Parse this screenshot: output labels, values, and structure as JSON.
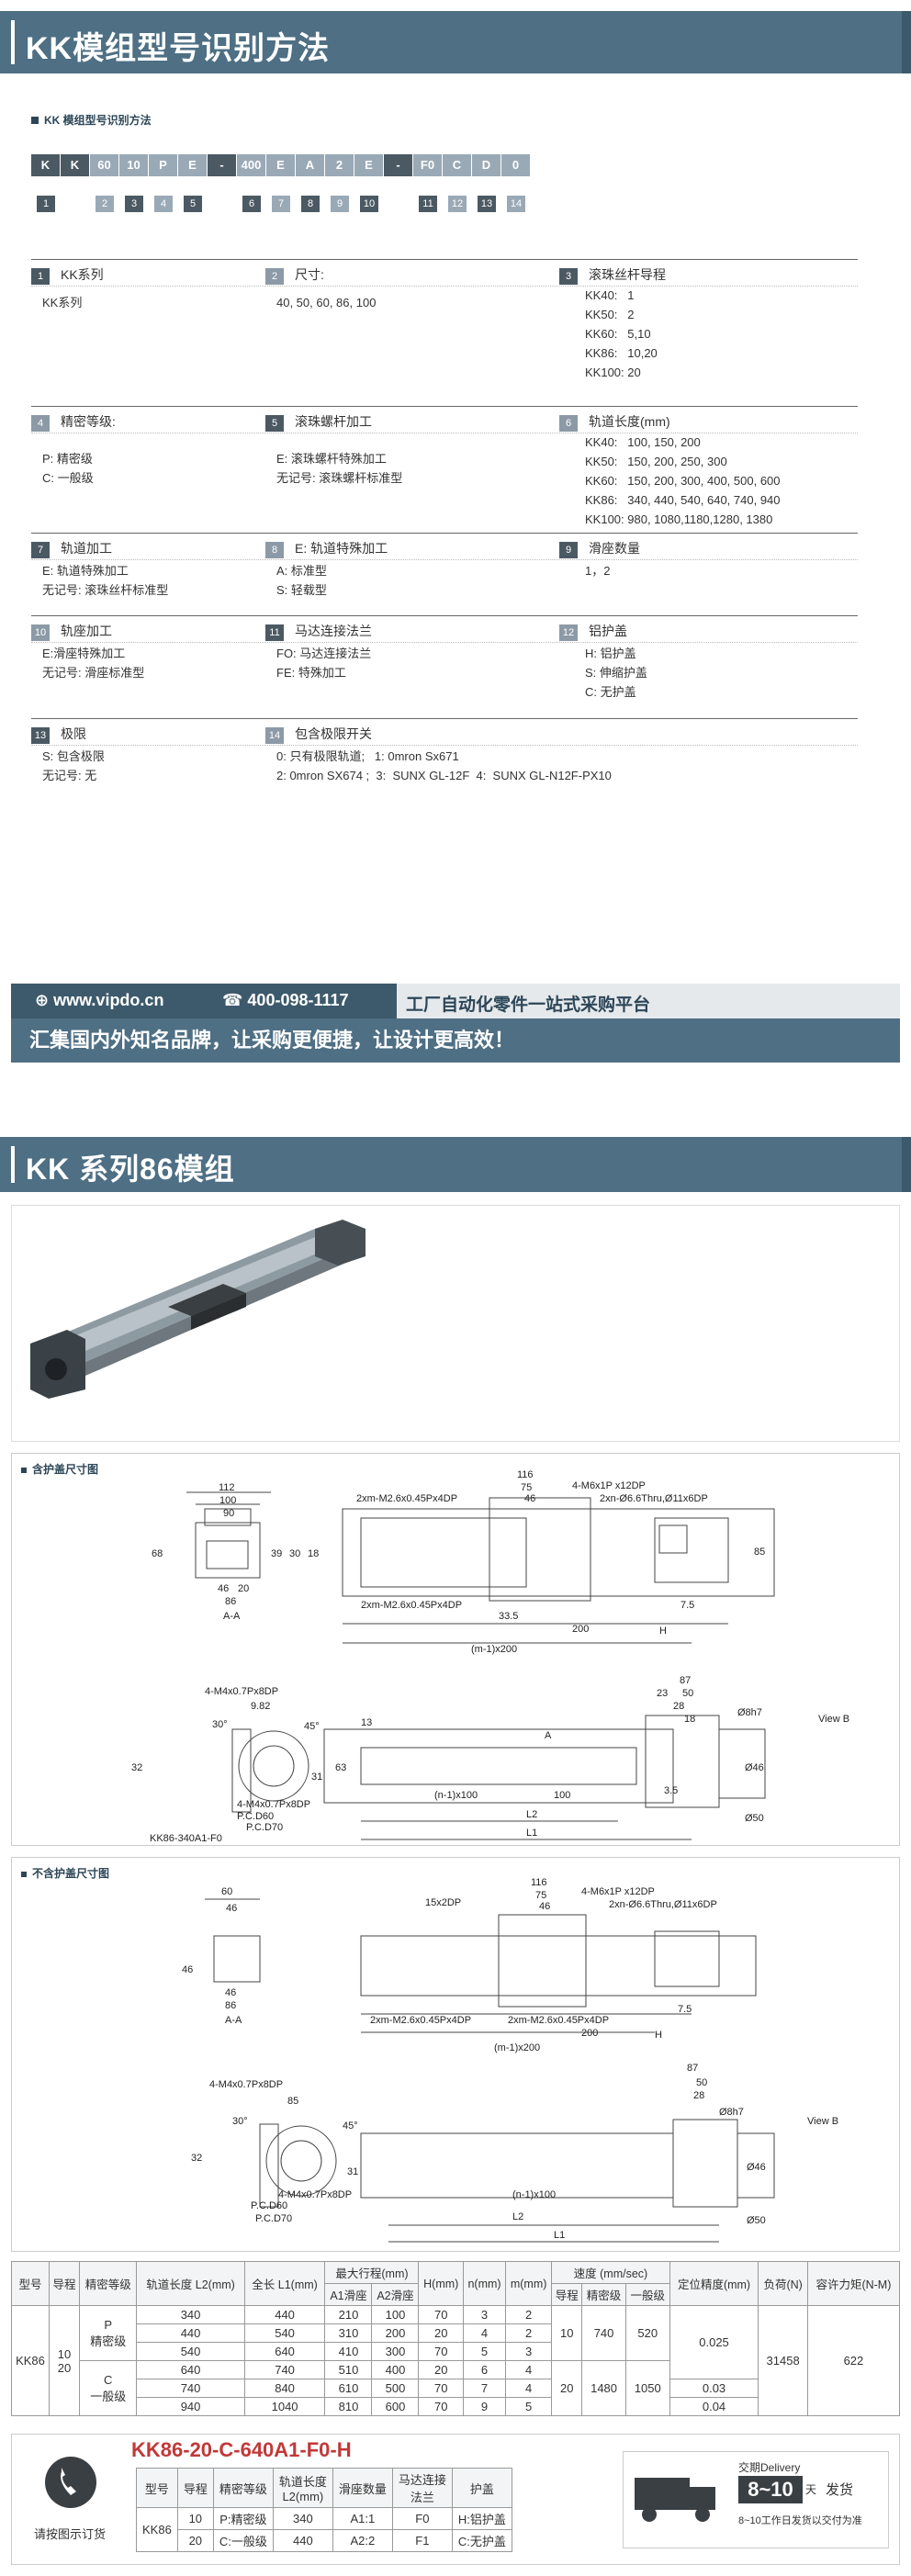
{
  "section1": {
    "banner_title": "KK模组型号识别方法",
    "subhead": "KK 模组型号识别方法",
    "code_boxes": [
      "K",
      "K",
      "60",
      "10",
      "P",
      "E",
      "-",
      "400",
      "E",
      "A",
      "2",
      "E",
      "-",
      "F0",
      "C",
      "D",
      "0"
    ],
    "code_numbers": [
      "1",
      "",
      "2",
      "3",
      "4",
      "5",
      "",
      "6",
      "7",
      "8",
      "9",
      "10",
      "",
      "11",
      "12",
      "13",
      "14"
    ],
    "options": [
      {
        "n": "1",
        "h": "KK系列",
        "c": "KK系列"
      },
      {
        "n": "2",
        "h": "尺寸:",
        "c": "40, 50, 60, 86, 100"
      },
      {
        "n": "3",
        "h": "滚珠丝杆导程",
        "c": "KK40:   1\nKK50:   2\nKK60:   5,10\nKK86:   10,20\nKK100: 20"
      },
      {
        "n": "4",
        "h": "精密等级:",
        "c": "P: 精密级\nC: 一般级"
      },
      {
        "n": "5",
        "h": "滚珠螺杆加工",
        "c": "E: 滚珠螺杆特殊加工\n无记号: 滚珠螺杆标准型"
      },
      {
        "n": "6",
        "h": "轨道长度(mm)",
        "c": "KK40:   100, 150, 200\nKK50:   150, 200, 250, 300\nKK60:   150, 200, 300, 400, 500, 600\nKK86:   340, 440, 540, 640, 740, 940\nKK100: 980, 1080,1180,1280, 1380"
      },
      {
        "n": "7",
        "h": "轨道加工",
        "c": "E: 轨道特殊加工\n无记号: 滚珠丝杆标准型"
      },
      {
        "n": "8",
        "h": "E: 轨道特殊加工",
        "c": "A: 标准型\nS: 轻载型"
      },
      {
        "n": "9",
        "h": "滑座数量",
        "c": "1，2"
      },
      {
        "n": "10",
        "h": "轨座加工",
        "c": "E:滑座特殊加工\n无记号: 滑座标准型"
      },
      {
        "n": "11",
        "h": "马达连接法兰",
        "c": "FO: 马达连接法兰\nFE: 特殊加工"
      },
      {
        "n": "12",
        "h": "铝护盖",
        "c": "H: 铝护盖\nS: 伸缩护盖\nC: 无护盖"
      },
      {
        "n": "13",
        "h": "极限",
        "c": "S: 包含极限\n无记号: 无"
      },
      {
        "n": "14",
        "h": "包含极限开关",
        "c": "0: 只有极限轨道;   1: 0mron Sx671\n2: 0mron SX674 ;  3:  SUNX GL-12F  4:  SUNX GL-N12F-PX10"
      }
    ]
  },
  "ad": {
    "website": "www.vipdo.cn",
    "phone": "400-098-1117",
    "slogan": "工厂自动化零件一站式采购平台",
    "tagline": "汇集国内外知名品牌，让采购更便捷，让设计更高效！"
  },
  "section2": {
    "banner_title": "KK 系列86模组",
    "drawing1_label": "含护盖尺寸图",
    "drawing2_label": "不含护盖尺寸图",
    "dims": {
      "d112": "112",
      "d100": "100",
      "d90": "90",
      "d68": "68",
      "d46": "46",
      "d20": "20",
      "d86": "86",
      "d39": "39",
      "d30": "30",
      "d18": "18",
      "aa": "A-A",
      "d116": "116",
      "d75": "75",
      "d46b": "46",
      "m6": "4-M6x1P x12DP",
      "m26": "2xm-M2.6x0.45Px4DP",
      "n66": "2xn-Ø6.6Thru,Ø11x6DP",
      "d335": "33.5",
      "d200": "200",
      "d75b": "7.5",
      "m1x200": "(m-1)x200",
      "h": "H",
      "d85": "85",
      "m4a": "4-M4x0.7Px8DP",
      "d982": "9.82",
      "d30b": "30°",
      "d45": "45°",
      "d31": "31",
      "d63": "63",
      "d13": "13",
      "d32": "32",
      "pcd60": "P.C.D60",
      "pcd70": "P.C.D70",
      "m4b": "4-M4x0.7Px8DP",
      "model": "KK86-340A1-F0",
      "n1x100": "(n-1)x100",
      "d100b": "100",
      "d35": "3.5",
      "l2": "L2",
      "l1": "L1",
      "d87": "87",
      "d50": "50",
      "d28": "28",
      "d23": "23",
      "d18b": "18",
      "d8h7": "Ø8h7",
      "d46c": "Ø46",
      "d50h": "Ø50",
      "viewb": "View B",
      "a": "A",
      "d60": "60",
      "d15": "15x2DP",
      "d85b": "85"
    }
  },
  "spec_table": {
    "headers": [
      "型号",
      "导程",
      "精密等级",
      "轨道长度\nL2(mm)",
      "全长\nL1(mm)",
      "最大行程(mm)",
      "H(mm)",
      "n(mm)",
      "m(mm)",
      "速度 (mm/sec)",
      "定位精度(mm)",
      "负荷(N)",
      "容许力矩(N-M)"
    ],
    "sub_a1": "A1滑座",
    "sub_a2": "A2滑座",
    "sub_lead": "导程",
    "sub_p": "精密级",
    "sub_c": "一般级",
    "sub_p2": "精密级",
    "model": "KK86",
    "leads": [
      "10",
      "20"
    ],
    "grades": [
      "P\n精密级",
      "C\n一般级"
    ],
    "rows": [
      [
        "340",
        "440",
        "210",
        "100",
        "70",
        "3",
        "2"
      ],
      [
        "440",
        "540",
        "310",
        "200",
        "20",
        "4",
        "2"
      ],
      [
        "540",
        "640",
        "410",
        "300",
        "70",
        "5",
        "3"
      ],
      [
        "640",
        "740",
        "510",
        "400",
        "20",
        "6",
        "4"
      ],
      [
        "740",
        "840",
        "610",
        "500",
        "70",
        "7",
        "4"
      ],
      [
        "940",
        "1040",
        "810",
        "600",
        "70",
        "9",
        "5"
      ]
    ],
    "speed": [
      [
        "10",
        "740",
        "520"
      ],
      [
        "20",
        "1480",
        "1050"
      ]
    ],
    "accuracy": [
      "0.025",
      "0.03",
      "0.04"
    ],
    "load": "31458",
    "moment": "622"
  },
  "order": {
    "title": "KK86-20-C-640A1-F0-H",
    "phone_label": "请按图示订货",
    "headers": [
      "型号",
      "导程",
      "精密等级",
      "轨道长度\nL2(mm)",
      "滑座数量",
      "马达连接\n法兰",
      "护盖"
    ],
    "row1": [
      "KK86",
      "10",
      "P:精密级",
      "340",
      "A1:1",
      "F0",
      "H:铝护盖"
    ],
    "row2": [
      "",
      "20",
      "C:一般级",
      "440",
      "A2:2",
      "F1",
      "C:无护盖"
    ],
    "delivery_label": "交期Delivery",
    "delivery_days": "8~10",
    "day_unit": "天",
    "ship": "发货",
    "note": "8~10工作日发货以交付为准"
  },
  "colors": {
    "brand": "#4e6f84",
    "dark": "#3d5a6c",
    "accent": "#c23838"
  }
}
